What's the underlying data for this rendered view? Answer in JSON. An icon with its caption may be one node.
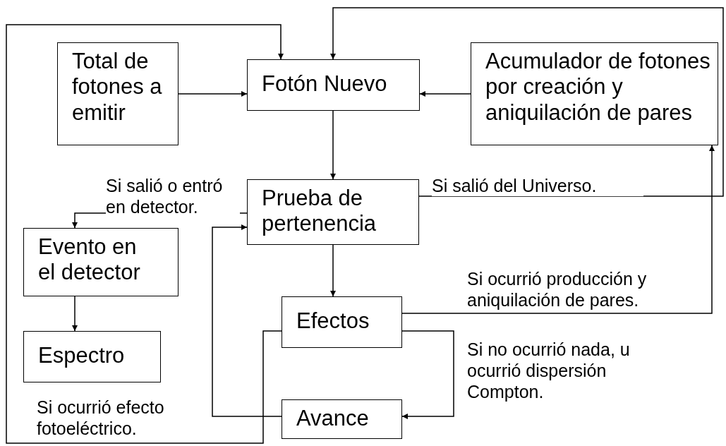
{
  "diagram": {
    "nodes": [
      {
        "text": [
          "Total de fotones a emitir"
        ]
      },
      {
        "text": [
          "Fotón Nuevo"
        ]
      },
      {
        "text": [
          "Acumulador de fotones por creación y aniquilación de pares"
        ]
      },
      {
        "text": [
          "Prueba de pertenencia"
        ]
      },
      {
        "text": [
          "Evento en el detector"
        ]
      },
      {
        "text": [
          "Espectro"
        ]
      },
      {
        "text": [
          "Efectos"
        ]
      },
      {
        "text": [
          "Avance"
        ]
      }
    ],
    "edges": [
      {
        "from": 0,
        "to": 1,
        "arrow": "to"
      },
      {
        "from": 2,
        "to": 1,
        "arrow": "to"
      },
      {
        "from": 1,
        "to": 3,
        "arrow": "to"
      },
      {
        "from": 3,
        "to": 4,
        "arrow": "to",
        "label": "Si salió o entró en detector."
      },
      {
        "from": 3,
        "to": 1,
        "arrow": "to",
        "label": "Si salió del Universo."
      },
      {
        "from": 4,
        "to": 5,
        "arrow": "to"
      },
      {
        "from": 3,
        "to": 6,
        "arrow": "to"
      },
      {
        "from": 6,
        "to": 2,
        "arrow": "to",
        "label": "Si ocurrió producción y aniquilación de pares."
      },
      {
        "from": 6,
        "to": 7,
        "arrow": "to",
        "label": "Si no ocurrió nada, u ocurrió dispersión Compton."
      },
      {
        "from": 7,
        "to": 3,
        "arrow": "to"
      },
      {
        "from": 6,
        "to": 1,
        "arrow": "to",
        "label": "Si ocurrió efecto fotoeléctrico."
      }
    ]
  }
}
